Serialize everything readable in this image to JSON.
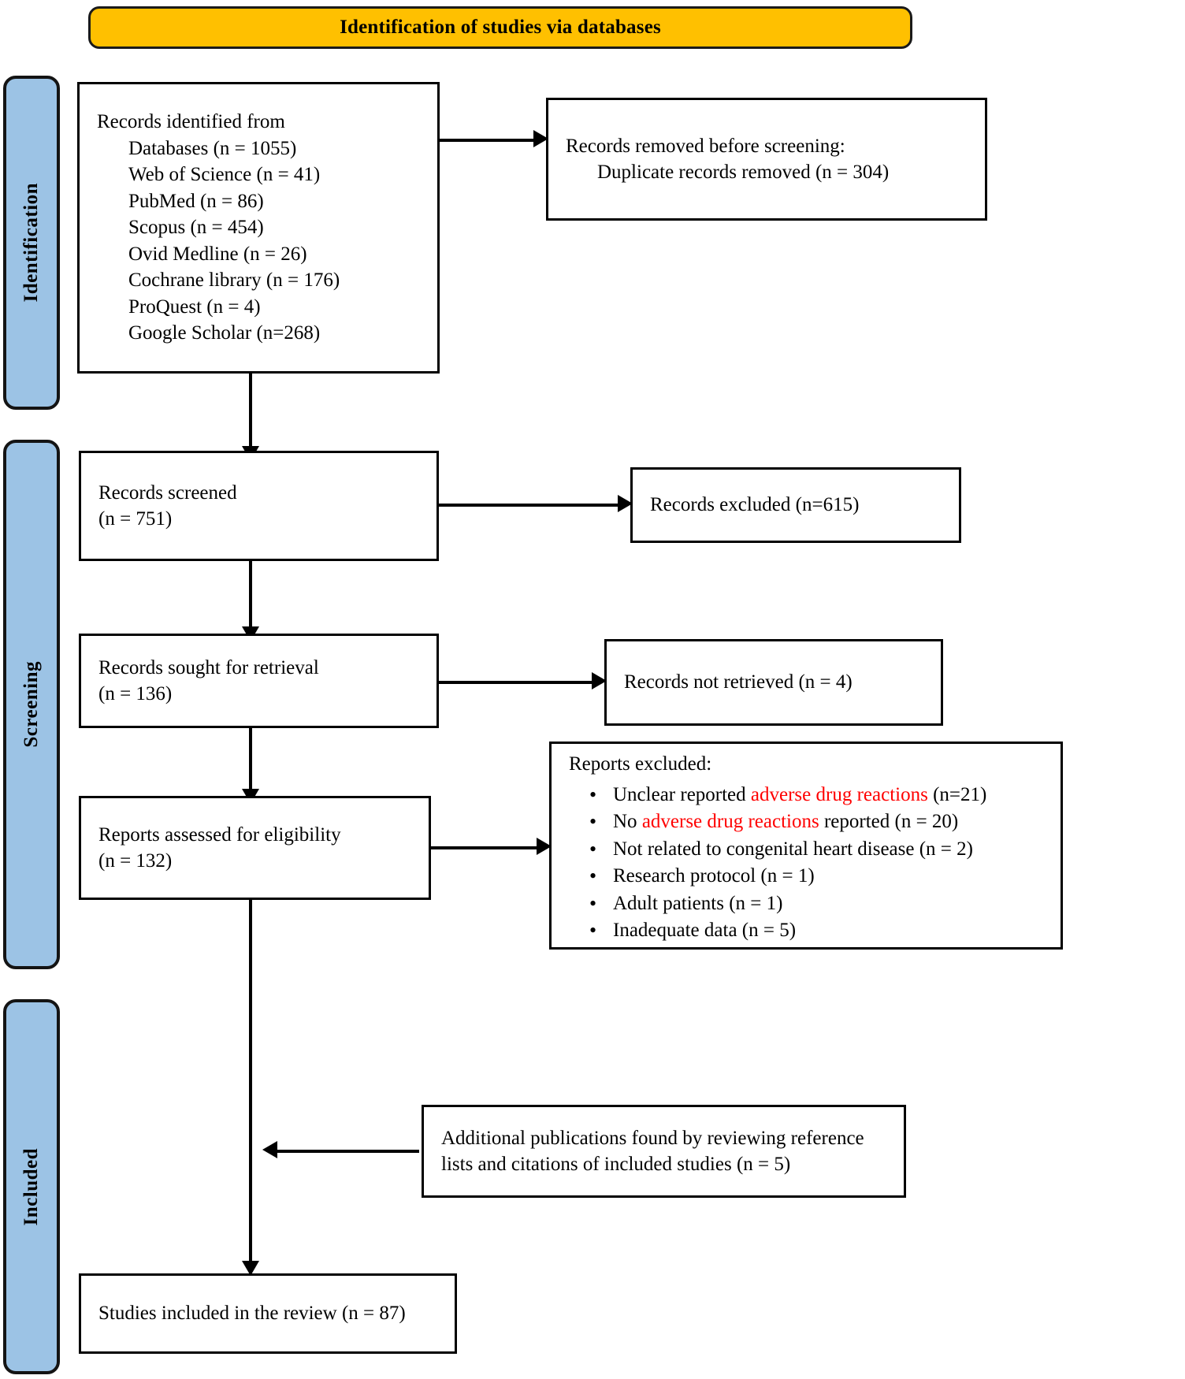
{
  "banner": {
    "title": "Identification of studies via databases"
  },
  "stages": [
    {
      "label": "Identification"
    },
    {
      "label": "Screening"
    },
    {
      "label": "Included"
    }
  ],
  "boxes": {
    "identified": {
      "heading": "Records identified from",
      "sources": [
        "Databases (n = 1055)",
        "Web of Science (n = 41)",
        "PubMed (n = 86)",
        "Scopus (n = 454)",
        "Ovid Medline (n = 26)",
        "Cochrane library (n = 176)",
        "ProQuest (n = 4)",
        "Google Scholar (n=268)"
      ]
    },
    "removed": {
      "heading": "Records removed before screening:",
      "detail": "Duplicate records removed (n = 304)"
    },
    "screened": {
      "line1": "Records screened",
      "line2": "(n = 751)"
    },
    "excluded": {
      "label": "Records excluded (n=615)"
    },
    "sought": {
      "line1": "Records sought for retrieval",
      "line2": "(n = 136)"
    },
    "not_retrieved": {
      "label": "Records not retrieved (n = 4)"
    },
    "assessed": {
      "line1": "Reports assessed for eligibility",
      "line2": "(n = 132)"
    },
    "reports_excluded": {
      "heading": "Reports excluded:",
      "items": [
        {
          "pre": "Unclear reported ",
          "red": "adverse drug reactions",
          "post": " (n=21)"
        },
        {
          "pre": "No ",
          "red": "adverse drug reactions",
          "post": " reported (n = 20)"
        },
        {
          "pre": "Not related to congenital heart disease (n = 2)",
          "red": "",
          "post": ""
        },
        {
          "pre": "Research protocol (n = 1)",
          "red": "",
          "post": ""
        },
        {
          "pre": "Adult patients (n = 1)",
          "red": "",
          "post": ""
        },
        {
          "pre": "Inadequate data (n = 5)",
          "red": "",
          "post": ""
        }
      ]
    },
    "additional": {
      "line1": "Additional publications found by reviewing reference",
      "line2": "lists and citations of included studies (n = 5)"
    },
    "included": {
      "label": "Studies included in the review (n = 87)"
    }
  },
  "colors": {
    "banner_fill": "#FFC000",
    "stage_fill": "#9CC3E5",
    "highlight": "#FF0000",
    "stroke": "#000000"
  }
}
